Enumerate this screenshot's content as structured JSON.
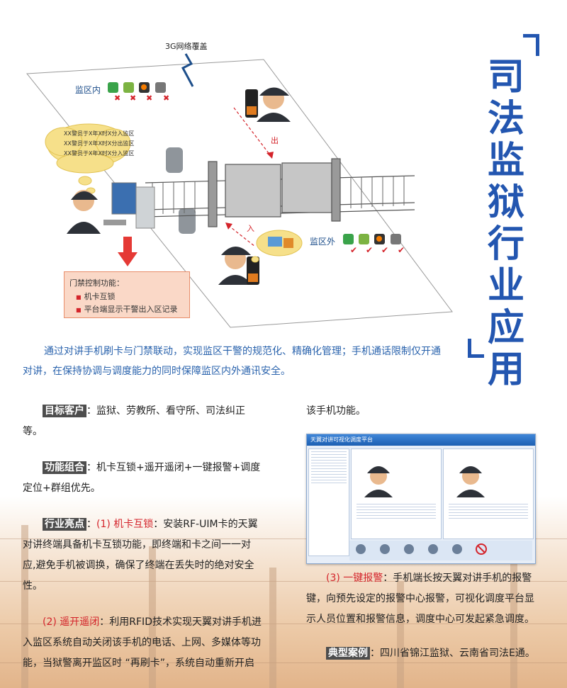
{
  "title": {
    "chars": [
      "司",
      "法",
      "监",
      "狱",
      "行",
      "业",
      "应",
      "用"
    ],
    "color": "#2356b0"
  },
  "diagram": {
    "network_label": "3G网络覆盖",
    "zone_inside": "监区内",
    "zone_outside": "监区外",
    "exit_label": "出",
    "enter_label": "入",
    "cloud_lines": [
      "XX警员于X年X时X分入监区",
      "XX警员于X年X时X分出监区",
      "XX警员于X年X时X分入监区"
    ],
    "access_control": {
      "title": "门禁控制功能：",
      "items": [
        "机卡互锁",
        "平台端显示干警出入区记录"
      ]
    }
  },
  "intro": "通过对讲手机刷卡与门禁联动，实现监区干警的规范化、精确化管理；手机通话限制仅开通对讲，在保持协调与调度能力的同时保障监区内外通讯安全。",
  "sections": {
    "target": {
      "tag": "目标客户",
      "text": "：监狱、劳教所、看守所、司法纠正等。"
    },
    "combo": {
      "tag": "功能组合",
      "text": "：机卡互锁+遥开遥闭+一键报警+调度定位+群组优先。"
    },
    "highlight": {
      "tag": "行业亮点",
      "sep": "：",
      "item1_label": "(1) 机卡互锁",
      "item1_text": "：安装RF-UIM卡的天翼对讲终端具备机卡互锁功能，即终端和卡之间一一对应,避免手机被调换，确保了终端在丢失时的绝对安全性。",
      "item2_label": "(2) 遥开遥闭",
      "item2_text": "：利用RFID技术实现天翼对讲手机进入监区系统自动关闭该手机的电话、上网、多媒体等功能，当狱警离开监区时 “再刷卡”，系统自动重新开启",
      "item2_cont": "该手机功能。",
      "item3_label": "(3) 一键报警",
      "item3_text": "：手机端长按天翼对讲手机的报警键，向预先设定的报警中心报警，可视化调度平台显示人员位置和报警信息，调度中心可发起紧急调度。"
    },
    "case": {
      "tag": "典型案例",
      "text": "：四川省锦江监狱、云南省司法E通。"
    }
  },
  "screenshot": {
    "window_title": "天翼对讲可视化调度平台"
  }
}
